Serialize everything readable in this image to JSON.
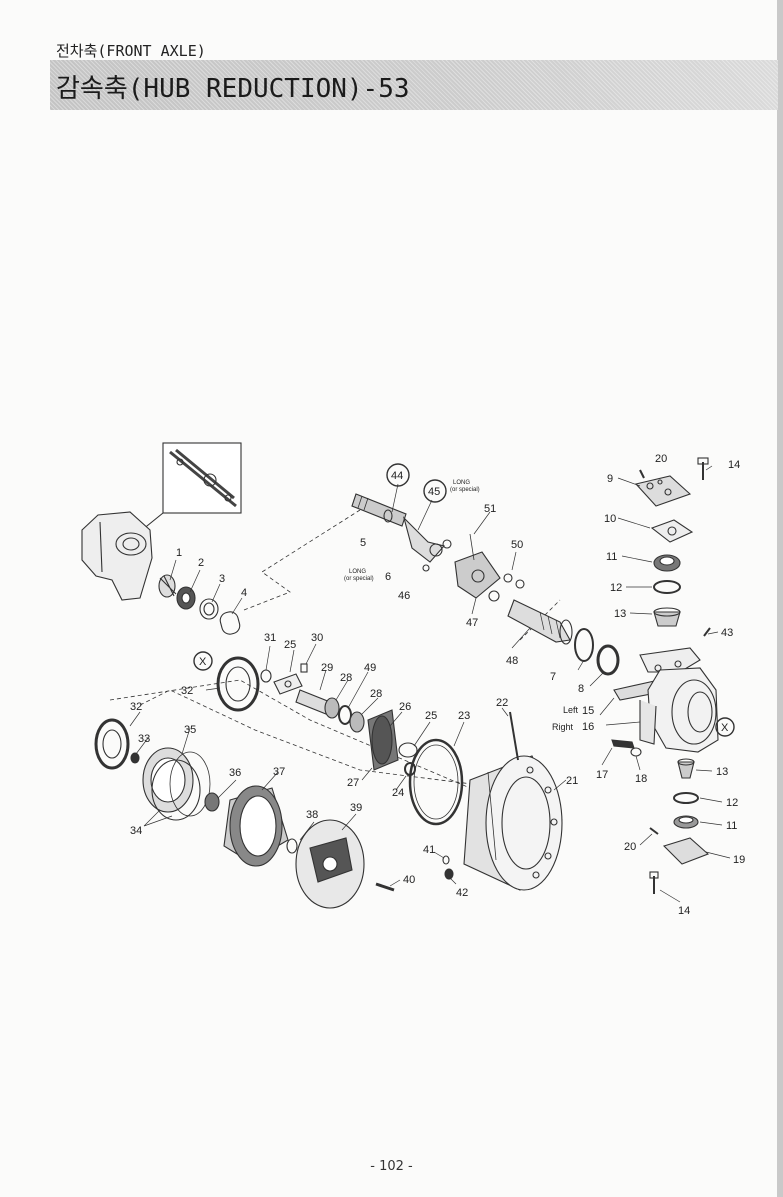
{
  "header": {
    "subtitle": "전차축(FRONT AXLE)",
    "title": "감속축(HUB REDUCTION)-53"
  },
  "diagram": {
    "labels": {
      "l1": "1",
      "l2": "2",
      "l3": "3",
      "l4": "4",
      "l5": "5",
      "l6": "6",
      "l7": "7",
      "l8": "8",
      "l9": "9",
      "l10": "10",
      "l11a": "11",
      "l11b": "11",
      "l12a": "12",
      "l12b": "12",
      "l13a": "13",
      "l13b": "13",
      "l14a": "14",
      "l14b": "14",
      "l15": "15",
      "l16": "16",
      "l17": "17",
      "l18": "18",
      "l19": "19",
      "l20a": "20",
      "l20b": "20",
      "l21": "21",
      "l22": "22",
      "l23": "23",
      "l24": "24",
      "l25a": "25",
      "l25b": "25",
      "l26": "26",
      "l27": "27",
      "l28a": "28",
      "l28b": "28",
      "l29": "29",
      "l30": "30",
      "l31": "31",
      "l32a": "32",
      "l32b": "32",
      "l33": "33",
      "l34": "34",
      "l35": "35",
      "l36": "36",
      "l37": "37",
      "l38": "38",
      "l39": "39",
      "l40": "40",
      "l41": "41",
      "l42": "42",
      "l43": "43",
      "l44": "44",
      "l45": "45",
      "l46": "46",
      "l47": "47",
      "l48": "48",
      "l49": "49",
      "l50": "50",
      "l51": "51",
      "long1": "LONG",
      "special1": "(or special)",
      "long2": "LONG",
      "special2": "(or special)",
      "left": "Left",
      "right": "Right",
      "x1": "X",
      "x2": "X"
    }
  },
  "footer": {
    "page_number": "- 102 -"
  }
}
